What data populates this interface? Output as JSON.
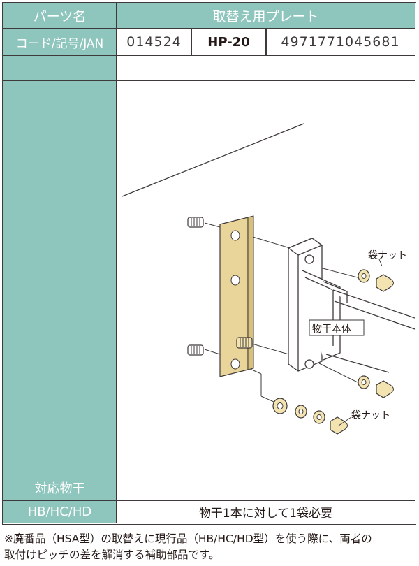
{
  "header": {
    "parts_label": "パーツ名",
    "part_name": "取替え用プレート"
  },
  "codes": {
    "label": "コード/記号/JAN",
    "code": "014524",
    "symbol": "HP-20",
    "jan": "4971771045681"
  },
  "diagram": {
    "callout_nut_top": "袋ナット",
    "callout_body": "物干本体",
    "callout_nut_bottom": "袋ナット"
  },
  "compat": {
    "label": "対応物干",
    "models": "HB/HC/HD",
    "note": "物干1本に対して1袋必要"
  },
  "footnote": {
    "line1": "※廃番品（HSA型）の取替えに現行品（HB/HC/HD型）を使う際に、両者の",
    "line2": "取付けピッチの差を解消する補助部品です。"
  },
  "colors": {
    "teal": "#8ec5bd",
    "plate": "#f3e3b0",
    "line": "#3e3a39"
  }
}
